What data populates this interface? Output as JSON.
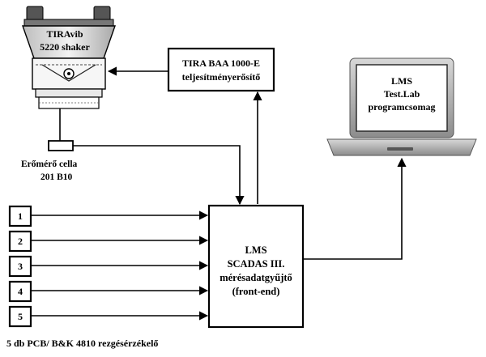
{
  "shaker": {
    "line1": "TIRAvib",
    "line2": "5220 shaker"
  },
  "amplifier": {
    "line1": "TIRA BAA 1000-E",
    "line2": "teljesítményerősítő"
  },
  "laptop": {
    "line1": "LMS",
    "line2": "Test.Lab",
    "line3": "programcsomag"
  },
  "load_cell": {
    "line1": "Erőmérő cella",
    "line2": "201 B10"
  },
  "frontend": {
    "line1": "LMS",
    "line2": "SCADAS III.",
    "line3": "mérésadatgyűjtő",
    "line4": "(front-end)"
  },
  "sensors": [
    {
      "label": "1"
    },
    {
      "label": "2"
    },
    {
      "label": "3"
    },
    {
      "label": "4"
    },
    {
      "label": "5"
    }
  ],
  "sensors_caption": "5 db PCB/ B&K 4810 rezgésérzékelő"
}
